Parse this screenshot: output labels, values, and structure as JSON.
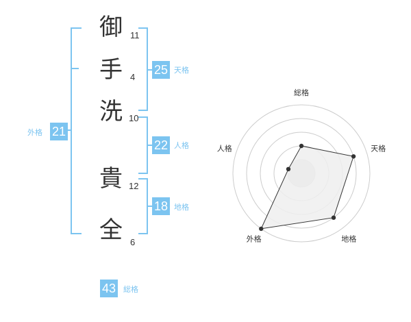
{
  "name_chars": [
    {
      "char": "御",
      "strokes": "11"
    },
    {
      "char": "手",
      "strokes": "4"
    },
    {
      "char": "洗",
      "strokes": "10"
    },
    {
      "char": "貴",
      "strokes": "12"
    },
    {
      "char": "全",
      "strokes": "6"
    }
  ],
  "fortune": {
    "tenkaku": {
      "value": "25",
      "label": "天格"
    },
    "jinkaku": {
      "value": "22",
      "label": "人格"
    },
    "chikaku": {
      "value": "18",
      "label": "地格"
    },
    "gaikaku": {
      "value": "21",
      "label": "外格"
    },
    "soukaku": {
      "value": "43",
      "label": "総格"
    }
  },
  "chart_data": {
    "type": "radar",
    "axes": [
      "総格",
      "天格",
      "地格",
      "外格",
      "人格"
    ],
    "values": [
      2,
      4,
      4,
      5,
      1
    ],
    "max": 5,
    "colors": {
      "fill": "#eeeeee",
      "line": "#333333",
      "grid": "#cccccc",
      "accent": "#7cc4f0"
    }
  }
}
